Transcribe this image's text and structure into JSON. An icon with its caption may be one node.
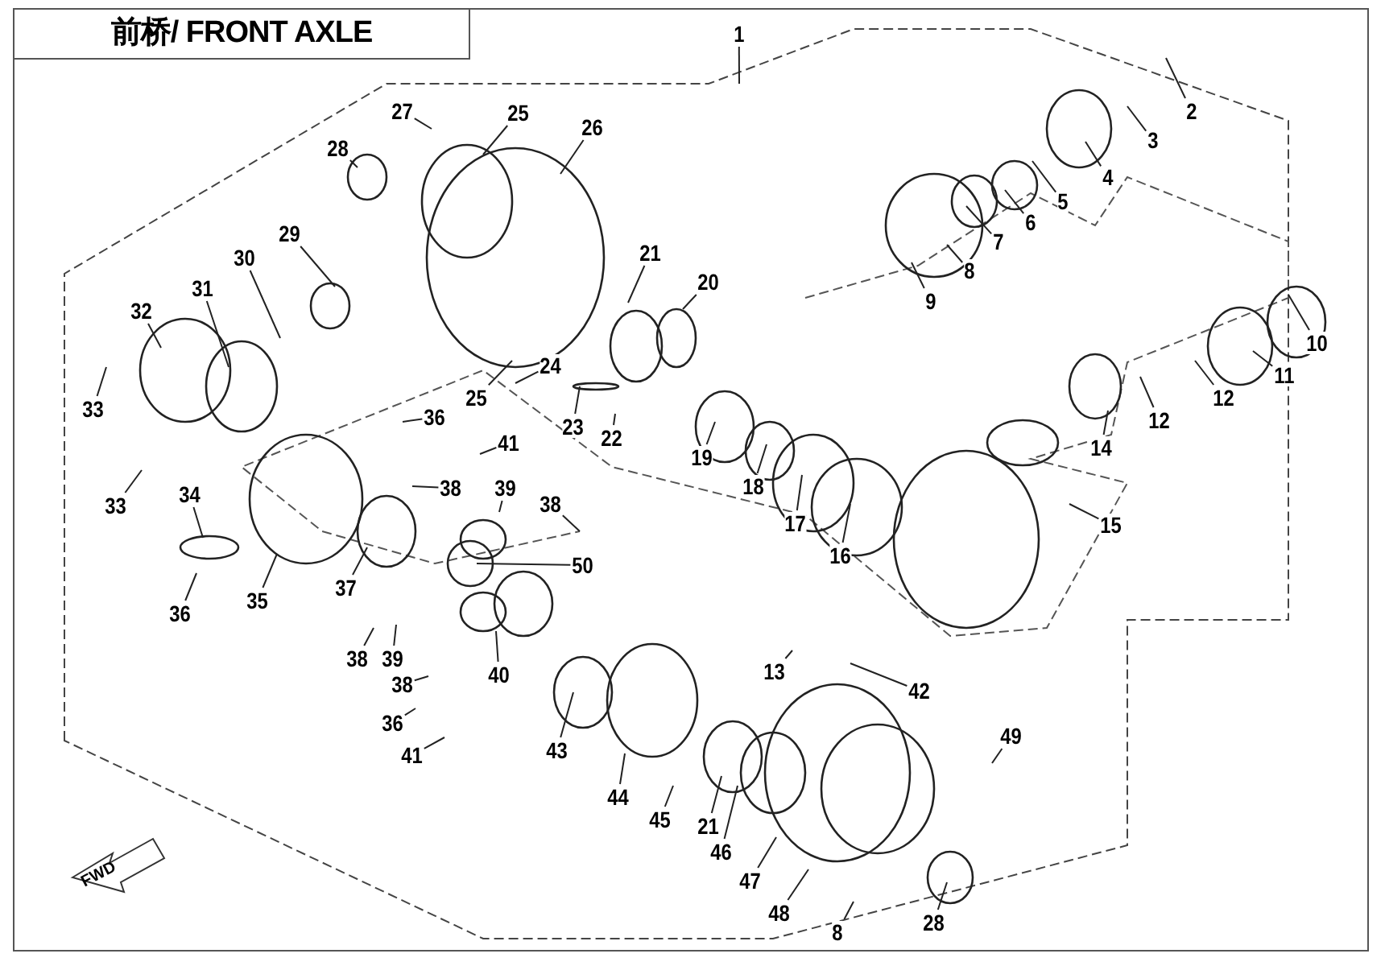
{
  "diagram": {
    "title": "前桥/ FRONT AXLE",
    "nodes": [
      {
        "text": [
          "1"
        ]
      },
      {
        "text": [
          "2"
        ]
      },
      {
        "text": [
          "3"
        ]
      },
      {
        "text": [
          "4"
        ]
      },
      {
        "text": [
          "5"
        ]
      },
      {
        "text": [
          "6"
        ]
      },
      {
        "text": [
          "7"
        ]
      },
      {
        "text": [
          "8"
        ]
      },
      {
        "text": [
          "9"
        ]
      },
      {
        "text": [
          "10"
        ]
      },
      {
        "text": [
          "11"
        ]
      },
      {
        "text": [
          "12"
        ]
      },
      {
        "text": [
          "12"
        ]
      },
      {
        "text": [
          "14"
        ]
      },
      {
        "text": [
          "15"
        ]
      },
      {
        "text": [
          "16"
        ]
      },
      {
        "text": [
          "17"
        ]
      },
      {
        "text": [
          "18"
        ]
      },
      {
        "text": [
          "19"
        ]
      },
      {
        "text": [
          "20"
        ]
      },
      {
        "text": [
          "21"
        ]
      },
      {
        "text": [
          "22"
        ]
      },
      {
        "text": [
          "23"
        ]
      },
      {
        "text": [
          "24"
        ]
      },
      {
        "text": [
          "25"
        ]
      },
      {
        "text": [
          "25"
        ]
      },
      {
        "text": [
          "26"
        ]
      },
      {
        "text": [
          "27"
        ]
      },
      {
        "text": [
          "28"
        ]
      },
      {
        "text": [
          "29"
        ]
      },
      {
        "text": [
          "30"
        ]
      },
      {
        "text": [
          "31"
        ]
      },
      {
        "text": [
          "32"
        ]
      },
      {
        "text": [
          "33"
        ]
      },
      {
        "text": [
          "33"
        ]
      },
      {
        "text": [
          "34"
        ]
      },
      {
        "text": [
          "35"
        ]
      },
      {
        "text": [
          "36"
        ]
      },
      {
        "text": [
          "36"
        ]
      },
      {
        "text": [
          "36"
        ]
      },
      {
        "text": [
          "37"
        ]
      },
      {
        "text": [
          "38"
        ]
      },
      {
        "text": [
          "38"
        ]
      },
      {
        "text": [
          "38"
        ]
      },
      {
        "text": [
          "38"
        ]
      },
      {
        "text": [
          "39"
        ]
      },
      {
        "text": [
          "39"
        ]
      },
      {
        "text": [
          "40"
        ]
      },
      {
        "text": [
          "41"
        ]
      },
      {
        "text": [
          "41"
        ]
      },
      {
        "text": [
          "42"
        ]
      },
      {
        "text": [
          "43"
        ]
      },
      {
        "text": [
          "44"
        ]
      },
      {
        "text": [
          "45"
        ]
      },
      {
        "text": [
          "46"
        ]
      },
      {
        "text": [
          "47"
        ]
      },
      {
        "text": [
          "48"
        ]
      },
      {
        "text": [
          "8"
        ]
      },
      {
        "text": [
          "28"
        ]
      },
      {
        "text": [
          "21"
        ]
      },
      {
        "text": [
          "13"
        ]
      },
      {
        "text": [
          "49"
        ]
      },
      {
        "text": [
          "50"
        ]
      }
    ],
    "edges": [
      {
        "from": 0,
        "to": null,
        "arrow": "none"
      },
      {
        "from": 1,
        "to": null,
        "arrow": "none"
      },
      {
        "from": 2,
        "to": null,
        "arrow": "none"
      },
      {
        "from": 3,
        "to": null,
        "arrow": "none"
      },
      {
        "from": 4,
        "to": null,
        "arrow": "none"
      },
      {
        "from": 5,
        "to": null,
        "arrow": "none"
      },
      {
        "from": 6,
        "to": null,
        "arrow": "none"
      },
      {
        "from": 7,
        "to": null,
        "arrow": "none"
      },
      {
        "from": 8,
        "to": null,
        "arrow": "none"
      },
      {
        "from": 9,
        "to": null,
        "arrow": "none"
      },
      {
        "from": 10,
        "to": null,
        "arrow": "none"
      },
      {
        "from": 11,
        "to": null,
        "arrow": "none"
      },
      {
        "from": 12,
        "to": null,
        "arrow": "none"
      },
      {
        "from": 13,
        "to": null,
        "arrow": "none"
      },
      {
        "from": 14,
        "to": null,
        "arrow": "none"
      },
      {
        "from": 15,
        "to": null,
        "arrow": "none"
      },
      {
        "from": 16,
        "to": null,
        "arrow": "none"
      },
      {
        "from": 17,
        "to": null,
        "arrow": "none"
      },
      {
        "from": 18,
        "to": null,
        "arrow": "none"
      },
      {
        "from": 19,
        "to": null,
        "arrow": "none"
      },
      {
        "from": 20,
        "to": null,
        "arrow": "none"
      },
      {
        "from": 21,
        "to": null,
        "arrow": "none"
      },
      {
        "from": 22,
        "to": null,
        "arrow": "none"
      },
      {
        "from": 23,
        "to": null,
        "arrow": "none"
      },
      {
        "from": 24,
        "to": null,
        "arrow": "none"
      },
      {
        "from": 25,
        "to": null,
        "arrow": "none"
      },
      {
        "from": 26,
        "to": null,
        "arrow": "none"
      },
      {
        "from": 27,
        "to": null,
        "arrow": "none"
      },
      {
        "from": 28,
        "to": null,
        "arrow": "none"
      },
      {
        "from": 29,
        "to": null,
        "arrow": "none"
      },
      {
        "from": 30,
        "to": null,
        "arrow": "none"
      },
      {
        "from": 31,
        "to": null,
        "arrow": "none"
      },
      {
        "from": 32,
        "to": null,
        "arrow": "none"
      },
      {
        "from": 33,
        "to": null,
        "arrow": "none"
      },
      {
        "from": 34,
        "to": null,
        "arrow": "none"
      },
      {
        "from": 35,
        "to": null,
        "arrow": "none"
      },
      {
        "from": 36,
        "to": null,
        "arrow": "none"
      },
      {
        "from": 37,
        "to": null,
        "arrow": "none"
      },
      {
        "from": 38,
        "to": null,
        "arrow": "none"
      },
      {
        "from": 39,
        "to": null,
        "arrow": "none"
      },
      {
        "from": 40,
        "to": null,
        "arrow": "none"
      },
      {
        "from": 41,
        "to": null,
        "arrow": "none"
      },
      {
        "from": 42,
        "to": null,
        "arrow": "none"
      },
      {
        "from": 43,
        "to": null,
        "arrow": "none"
      },
      {
        "from": 44,
        "to": null,
        "arrow": "none"
      },
      {
        "from": 45,
        "to": null,
        "arrow": "none"
      },
      {
        "from": 46,
        "to": null,
        "arrow": "none"
      },
      {
        "from": 47,
        "to": null,
        "arrow": "none"
      },
      {
        "from": 48,
        "to": null,
        "arrow": "none"
      },
      {
        "from": 49,
        "to": null,
        "arrow": "none"
      },
      {
        "from": 50,
        "to": null,
        "arrow": "none"
      },
      {
        "from": 51,
        "to": null,
        "arrow": "none"
      },
      {
        "from": 52,
        "to": null,
        "arrow": "none"
      },
      {
        "from": 53,
        "to": null,
        "arrow": "none"
      },
      {
        "from": 54,
        "to": null,
        "arrow": "none"
      },
      {
        "from": 55,
        "to": null,
        "arrow": "none"
      },
      {
        "from": 56,
        "to": null,
        "arrow": "none"
      },
      {
        "from": 57,
        "to": null,
        "arrow": "none"
      },
      {
        "from": 58,
        "to": null,
        "arrow": "none"
      },
      {
        "from": 59,
        "to": null,
        "arrow": "none"
      },
      {
        "from": 60,
        "to": null,
        "arrow": "none"
      },
      {
        "from": 61,
        "to": null,
        "arrow": "none"
      },
      {
        "from": 62,
        "to": null,
        "arrow": "none"
      }
    ],
    "labels": [
      "FWD"
    ]
  }
}
